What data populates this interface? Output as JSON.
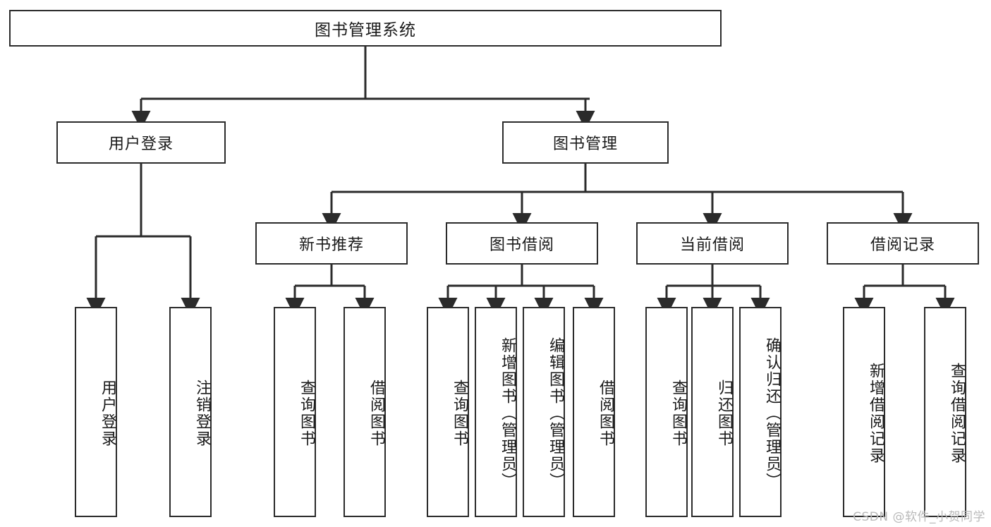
{
  "diagram": {
    "title": "图书管理系统",
    "type": "hierarchy-tree",
    "colors": {
      "background": "#ffffff",
      "stroke": "#2b2b2b",
      "text": "#1a1a1a",
      "watermark": "#b9b9b9"
    },
    "root": {
      "label": "图书管理系统"
    },
    "level1": [
      {
        "label": "用户登录"
      },
      {
        "label": "图书管理"
      }
    ],
    "level2": [
      {
        "label": "新书推荐"
      },
      {
        "label": "图书借阅"
      },
      {
        "label": "当前借阅"
      },
      {
        "label": "借阅记录"
      }
    ],
    "leaves": {
      "user_login": [
        {
          "label": "用户登录"
        },
        {
          "label": "注销登录"
        }
      ],
      "new_book_recommend": [
        {
          "label": "查询图书"
        },
        {
          "label": "借阅图书"
        }
      ],
      "book_borrow": [
        {
          "label": "查询图书"
        },
        {
          "label": "新增图书（管理员）"
        },
        {
          "label": "编辑图书（管理员）"
        },
        {
          "label": "借阅图书"
        }
      ],
      "current_borrow": [
        {
          "label": "查询图书"
        },
        {
          "label": "归还图书"
        },
        {
          "label": "确认归还（管理员）"
        }
      ],
      "borrow_record": [
        {
          "label": "新增借阅记录"
        },
        {
          "label": "查询借阅记录"
        }
      ]
    },
    "watermark": "CSDN @软件_小贺同学"
  }
}
